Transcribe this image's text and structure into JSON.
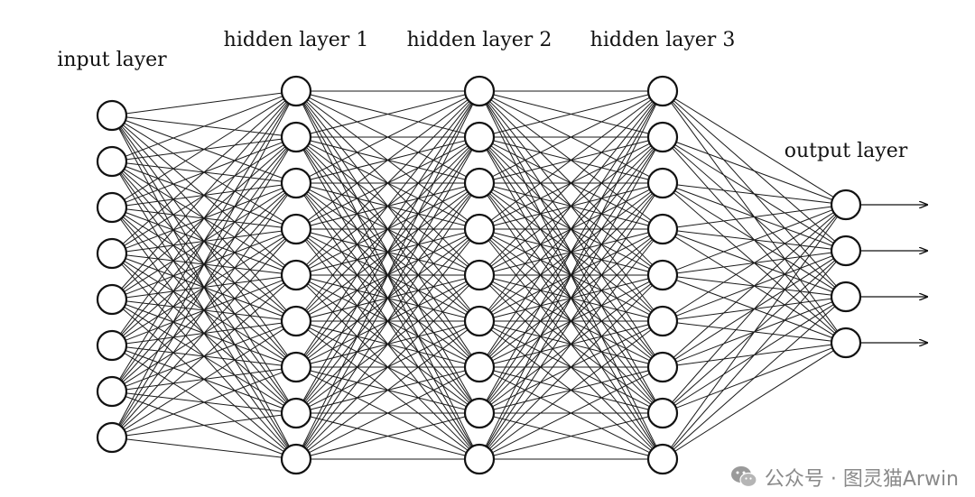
{
  "diagram": {
    "layers": [
      {
        "label": "input layer",
        "neurons": 8
      },
      {
        "label": "hidden layer 1",
        "neurons": 9
      },
      {
        "label": "hidden layer 2",
        "neurons": 9
      },
      {
        "label": "hidden layer 3",
        "neurons": 9
      },
      {
        "label": "output layer",
        "neurons": 4
      }
    ],
    "connectivity": "fully-connected",
    "output_arrows": 4
  },
  "watermark": {
    "text": "公众号 · 图灵猫Arwin",
    "icon": "wechat-logo-icon"
  }
}
